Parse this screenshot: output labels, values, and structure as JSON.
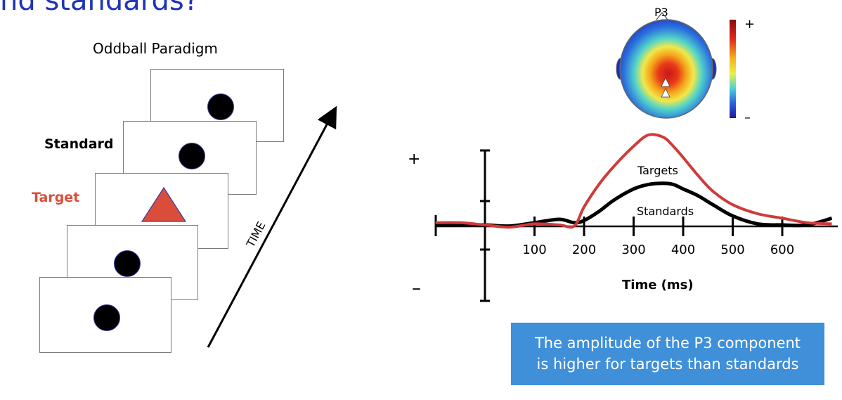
{
  "slide": {
    "title_fragment": "nd standards?"
  },
  "paradigm": {
    "title": "Oddball Paradigm",
    "standard_label": "Standard",
    "target_label": "Target",
    "time_label": "TIME"
  },
  "topomap": {
    "label": "P3",
    "plus": "+",
    "minus": "–"
  },
  "erp": {
    "plus": "+",
    "minus": "–",
    "targets_label": "Targets",
    "standards_label": "Standards",
    "xlabel": "Time (ms)"
  },
  "caption": {
    "line1": "The amplitude of the P3 component",
    "line2": "is higher for targets than standards"
  },
  "colors": {
    "title": "#1f33b8",
    "target": "#d94d3a",
    "targets_line": "#d03a3a",
    "standards_line": "#000000",
    "caption_bg": "#3f8fd9"
  },
  "chart_data": {
    "type": "line",
    "xlabel": "Time (ms)",
    "ylabel": "",
    "x_ticks": [
      100,
      200,
      300,
      400,
      500,
      600
    ],
    "xlim": [
      -100,
      700
    ],
    "series": [
      {
        "name": "Targets",
        "color": "#d03a3a",
        "x": [
          -100,
          -50,
          0,
          50,
          100,
          150,
          180,
          200,
          230,
          260,
          300,
          330,
          360,
          380,
          400,
          430,
          460,
          500,
          550,
          600,
          650,
          700
        ],
        "y": [
          0.1,
          0.1,
          0,
          -0.1,
          0.05,
          0,
          -0.05,
          0.8,
          1.8,
          2.6,
          3.5,
          4.0,
          3.9,
          3.5,
          3.0,
          2.2,
          1.5,
          0.9,
          0.5,
          0.3,
          0.1,
          0.05
        ]
      },
      {
        "name": "Standards",
        "color": "#000000",
        "x": [
          -100,
          -50,
          0,
          50,
          100,
          150,
          180,
          200,
          230,
          260,
          300,
          330,
          360,
          380,
          400,
          430,
          460,
          500,
          550,
          600,
          650,
          700
        ],
        "y": [
          0,
          0,
          0,
          -0.05,
          0.1,
          0.25,
          0.1,
          0.2,
          0.6,
          1.1,
          1.6,
          1.8,
          1.85,
          1.8,
          1.6,
          1.3,
          0.9,
          0.4,
          0.05,
          0,
          0,
          0.3
        ]
      }
    ]
  }
}
